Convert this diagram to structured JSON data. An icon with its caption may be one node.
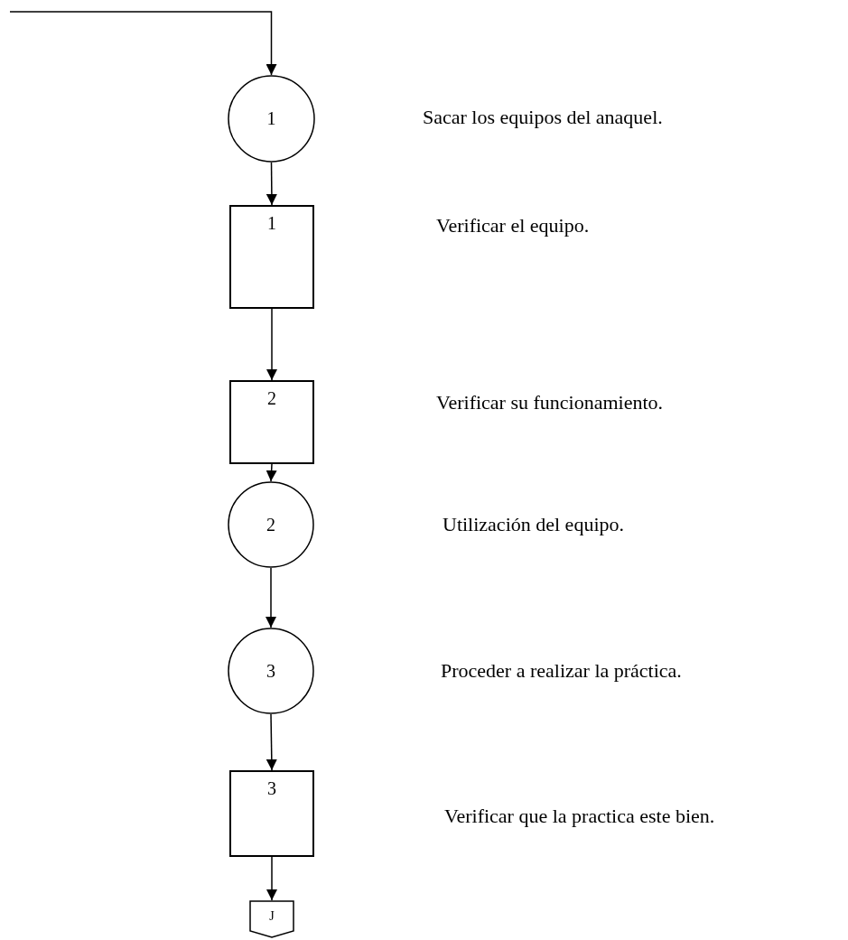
{
  "diagram": {
    "nodes": [
      {
        "text": [
          "1"
        ]
      },
      {
        "text": [
          "1"
        ]
      },
      {
        "text": [
          "2"
        ]
      },
      {
        "text": [
          "2"
        ]
      },
      {
        "text": [
          "3"
        ]
      },
      {
        "text": [
          "3"
        ]
      },
      {
        "text": [
          "J"
        ]
      }
    ],
    "edges": [
      {
        "from": null,
        "to": 0,
        "arrow": "to"
      },
      {
        "from": 0,
        "to": 1,
        "arrow": "to"
      },
      {
        "from": 1,
        "to": 2,
        "arrow": "to"
      },
      {
        "from": 2,
        "to": 3,
        "arrow": "to"
      },
      {
        "from": 3,
        "to": 4,
        "arrow": "to"
      },
      {
        "from": 4,
        "to": 5,
        "arrow": "to"
      },
      {
        "from": 5,
        "to": 6,
        "arrow": "to"
      }
    ],
    "labels": [
      "Sacar los equipos del anaquel.",
      "Verificar el equipo.",
      "Verificar su funcionamiento.",
      "Utilización del equipo.",
      "Proceder a realizar la práctica.",
      "Verificar que la practica este bien."
    ]
  }
}
